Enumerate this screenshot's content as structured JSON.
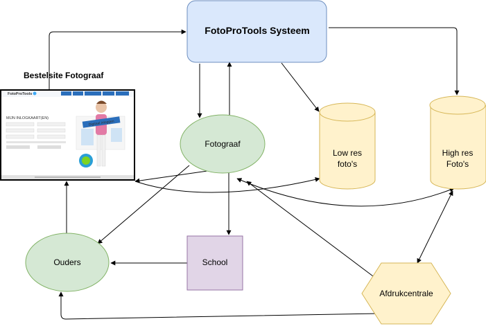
{
  "title": "",
  "colors": {
    "system_fill": "#dae8fc",
    "system_stroke": "#6c8ebf",
    "actor_fill": "#d5e8d4",
    "actor_stroke": "#82b366",
    "store_fill": "#fff2cc",
    "store_stroke": "#d6b656",
    "school_fill": "#e1d5e7",
    "school_stroke": "#9673a6"
  },
  "nodes": {
    "system": "FotoProTools Systeem",
    "fotograaf": "Fotograaf",
    "low_res": [
      "Low res",
      "foto's"
    ],
    "high_res": [
      "High res",
      "Foto's"
    ],
    "ouders": "Ouders",
    "school": "School",
    "afdrukcentrale": "Afdrukcentrale",
    "bestelsite_caption": "Bestelsite Fotograaf"
  },
  "screenshot": {
    "logo": "FotoProTools",
    "nav_items": [
      "",
      "",
      "",
      "",
      ""
    ],
    "heading": "MIJN INLOGKAART(EN)",
    "banner": "Digitaal inloggen"
  },
  "edges": [
    {
      "from": "bestelsite",
      "to": "system"
    },
    {
      "from": "system",
      "to": "fotograaf"
    },
    {
      "from": "fotograaf",
      "to": "system"
    },
    {
      "from": "system",
      "to": "low_res"
    },
    {
      "from": "system",
      "to": "high_res"
    },
    {
      "from": "fotograaf",
      "to": "ouders"
    },
    {
      "from": "fotograaf",
      "to": "school"
    },
    {
      "from": "school",
      "to": "ouders"
    },
    {
      "from": "ouders",
      "to": "bestelsite"
    },
    {
      "from": "fotograaf",
      "to": "bestelsite"
    },
    {
      "from": "bestelsite",
      "to": "low_res"
    },
    {
      "from": "fotograaf",
      "to": "high_res"
    },
    {
      "from": "high_res",
      "to": "afdrukcentrale"
    },
    {
      "from": "afdrukcentrale",
      "to": "fotograaf"
    },
    {
      "from": "afdrukcentrale",
      "to": "ouders"
    }
  ]
}
